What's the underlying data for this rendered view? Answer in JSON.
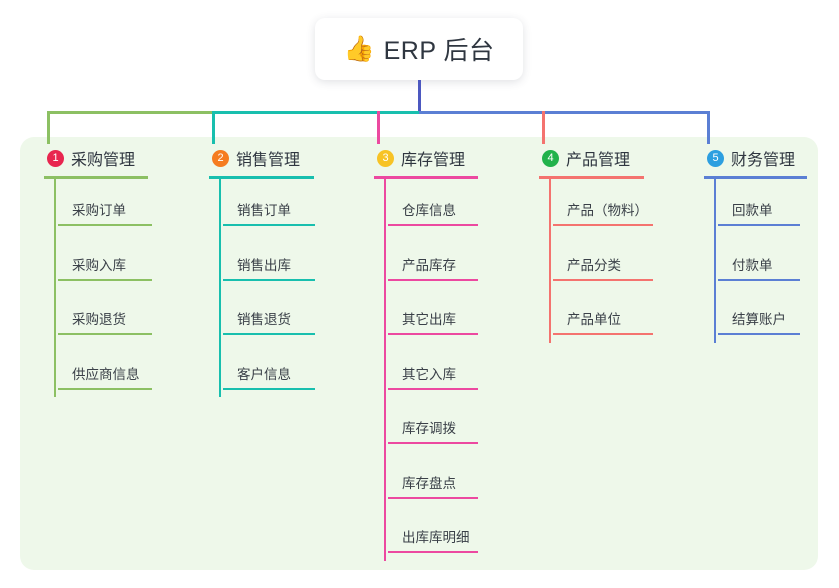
{
  "root": {
    "icon": "thumbs-up-emoji",
    "emoji": "👍",
    "title": "ERP 后台"
  },
  "colors": {
    "panel_bg": "#eef8ea",
    "trunk": "#4c58c0",
    "branch_1": "#8cc063",
    "branch_2": "#18bfae",
    "branch_3": "#ec49a0",
    "branch_4": "#f4736f",
    "branch_5": "#5b7fd4",
    "badge_1": "#e8264f",
    "badge_2": "#f57c20",
    "badge_3": "#f7c325",
    "badge_4": "#21b24b",
    "badge_5": "#2d9fe0"
  },
  "branches": [
    {
      "number": "1",
      "title": "采购管理",
      "line_color": "#8cc063",
      "badge_color": "#e8264f",
      "items": [
        {
          "label": "采购订单"
        },
        {
          "label": "采购入库"
        },
        {
          "label": "采购退货"
        },
        {
          "label": "供应商信息"
        }
      ]
    },
    {
      "number": "2",
      "title": "销售管理",
      "line_color": "#18bfae",
      "badge_color": "#f57c20",
      "items": [
        {
          "label": "销售订单"
        },
        {
          "label": "销售出库"
        },
        {
          "label": "销售退货"
        },
        {
          "label": "客户信息"
        }
      ]
    },
    {
      "number": "3",
      "title": "库存管理",
      "line_color": "#ec49a0",
      "badge_color": "#f7c325",
      "items": [
        {
          "label": "仓库信息"
        },
        {
          "label": "产品库存"
        },
        {
          "label": "其它出库"
        },
        {
          "label": "其它入库"
        },
        {
          "label": "库存调拨"
        },
        {
          "label": "库存盘点"
        },
        {
          "label": "出库库明细"
        }
      ]
    },
    {
      "number": "4",
      "title": "产品管理",
      "line_color": "#f4736f",
      "badge_color": "#21b24b",
      "items": [
        {
          "label": "产品（物料）"
        },
        {
          "label": "产品分类"
        },
        {
          "label": "产品单位"
        }
      ]
    },
    {
      "number": "5",
      "title": "财务管理",
      "line_color": "#5b7fd4",
      "badge_color": "#2d9fe0",
      "items": [
        {
          "label": "回款单"
        },
        {
          "label": "付款单"
        },
        {
          "label": "结算账户"
        }
      ]
    }
  ]
}
